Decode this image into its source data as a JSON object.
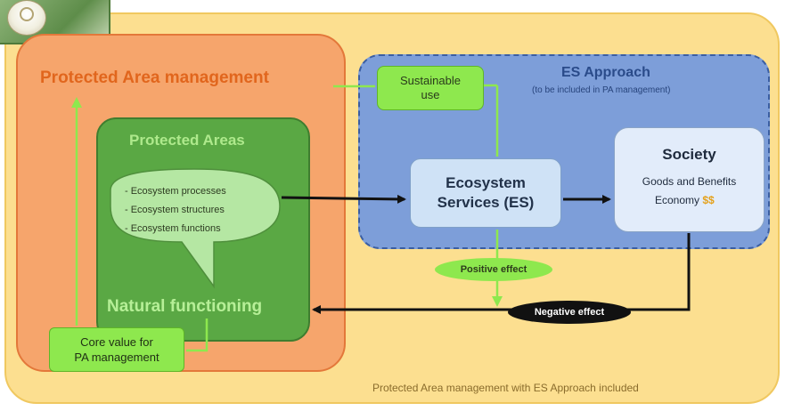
{
  "outer": {
    "caption": "Protected Area management with ES Approach included"
  },
  "logo": {
    "icon": "logo-icon"
  },
  "pa_management": {
    "title": "Protected Area management"
  },
  "protected_areas": {
    "title": "Protected Areas",
    "bullets": [
      "- Ecosystem processes",
      "- Ecosystem structures",
      "- Ecosystem functions"
    ],
    "natural_functioning": "Natural functioning"
  },
  "es_approach": {
    "title": "ES Approach",
    "subtitle": "(to be included in PA management)"
  },
  "sustainable_use": {
    "line1": "Sustainable",
    "line2": "use"
  },
  "ecosystem_services": {
    "line1": "Ecosystem",
    "line2": "Services (ES)"
  },
  "society": {
    "title": "Society",
    "goods": "Goods and Benefits",
    "economy": "Economy",
    "money": "$$"
  },
  "core_value": {
    "line1": "Core value for",
    "line2": "PA management"
  },
  "effects": {
    "positive": "Positive effect",
    "negative": "Negative effect"
  },
  "colors": {
    "outer_fill": "#fcdf90",
    "pa_mgmt_fill": "#f6a56c",
    "pa_mgmt_title": "#e1661d",
    "pa_box_fill": "#5aa844",
    "es_box_fill": "#7d9ed9",
    "accent_green": "#8ee84e",
    "arrow_dark": "#111111"
  }
}
